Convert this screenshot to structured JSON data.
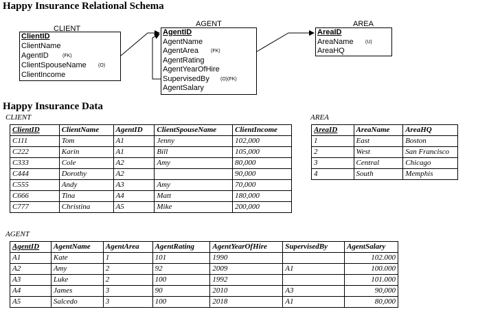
{
  "schema_title": "Happy Insurance Relational Schema",
  "data_title": "Happy Insurance Data",
  "schema": {
    "client": {
      "title": "CLIENT",
      "fields": [
        "ClientID",
        "ClientName",
        "AgentID",
        "ClientSpouseName",
        "ClientIncome"
      ],
      "notes": {
        "AgentID": "(FK)",
        "ClientSpouseName": "(O)"
      }
    },
    "agent": {
      "title": "AGENT",
      "fields": [
        "AgentID",
        "AgentName",
        "AgentArea",
        "AgentRating",
        "AgentYearOfHire",
        "SupervisedBy",
        "AgentSalary"
      ],
      "notes": {
        "AgentArea": "(FK)",
        "SupervisedBy": "(O)(FK)"
      }
    },
    "area": {
      "title": "AREA",
      "fields": [
        "AreaID",
        "AreaName",
        "AreaHQ"
      ],
      "notes": {
        "AreaName": "(U)"
      }
    }
  },
  "tables": {
    "client": {
      "caption": "CLIENT",
      "headers": [
        "ClientID",
        "ClientName",
        "AgentID",
        "ClientSpouseName",
        "ClientIncome"
      ],
      "rows": [
        [
          "C111",
          "Tom",
          "A1",
          "Jenny",
          "102,000"
        ],
        [
          "C222",
          "Karin",
          "A1",
          "Bill",
          "105,000"
        ],
        [
          "C333",
          "Cole",
          "A2",
          "Amy",
          "80,000"
        ],
        [
          "C444",
          "Dorothy",
          "A2",
          "",
          "90,000"
        ],
        [
          "C555",
          "Andy",
          "A3",
          "Amy",
          "70,000"
        ],
        [
          "C666",
          "Tina",
          "A4",
          "Matt",
          "180,000"
        ],
        [
          "C777",
          "Christina",
          "A5",
          "Mike",
          "200,000"
        ]
      ]
    },
    "area": {
      "caption": "AREA",
      "headers": [
        "AreaID",
        "AreaName",
        "AreaHQ"
      ],
      "rows": [
        [
          "1",
          "East",
          "Boston"
        ],
        [
          "2",
          "West",
          "San Francisco"
        ],
        [
          "3",
          "Central",
          "Chicago"
        ],
        [
          "4",
          "South",
          "Memphis"
        ]
      ]
    },
    "agent": {
      "caption": "AGENT",
      "headers": [
        "AgentID",
        "AgentName",
        "AgentArea",
        "AgentRating",
        "AgentYearOfHire",
        "SupervisedBy",
        "AgentSalary"
      ],
      "rows": [
        [
          "A1",
          "Kate",
          "1",
          "101",
          "1990",
          "",
          "102.000"
        ],
        [
          "A2",
          "Amy",
          "2",
          "92",
          "2009",
          "A1",
          "100.000"
        ],
        [
          "A3",
          "Luke",
          "2",
          "100",
          "1992",
          "",
          "101.000"
        ],
        [
          "A4",
          "James",
          "3",
          "90",
          "2010",
          "A3",
          "90,000"
        ],
        [
          "A5",
          "Salcedo",
          "3",
          "100",
          "2018",
          "A1",
          "80,000"
        ]
      ]
    }
  }
}
